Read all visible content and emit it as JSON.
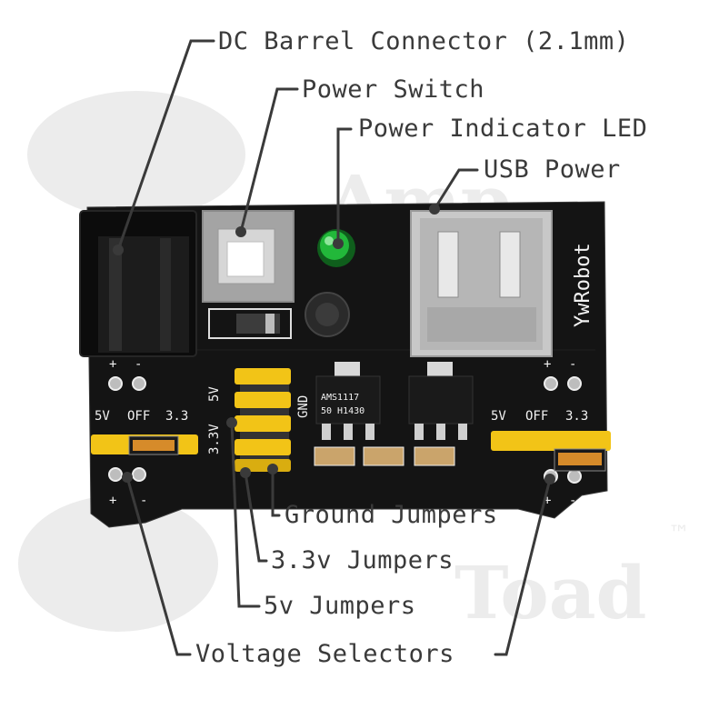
{
  "labels": {
    "dc_barrel": "DC Barrel Connector (2.1mm)",
    "power_switch": "Power Switch",
    "power_led": "Power Indicator LED",
    "usb_power": "USB Power",
    "ground_jumpers": "Ground Jumpers",
    "jumpers_3v3": "3.3v Jumpers",
    "jumpers_5v": "5v Jumpers",
    "voltage_selectors": "Voltage Selectors"
  },
  "board": {
    "brand": "YwRobot",
    "regulator_1": "AMS1117",
    "regulator_2": "50 H1430",
    "silk_5v": "5V",
    "silk_3v3": "3.3V",
    "silk_gnd": "GND",
    "silk_off": "OFF",
    "silk_3_3": "3.3",
    "silk_plus": "+",
    "silk_minus": "-"
  },
  "watermark": {
    "line1": "Amp",
    "line2": "Toad",
    "tm": "™"
  },
  "colors": {
    "board": "#141414",
    "leader": "#3a3a3a",
    "jumper": "#f2c417",
    "led": "#22b83a",
    "watermark": "#ececec"
  }
}
